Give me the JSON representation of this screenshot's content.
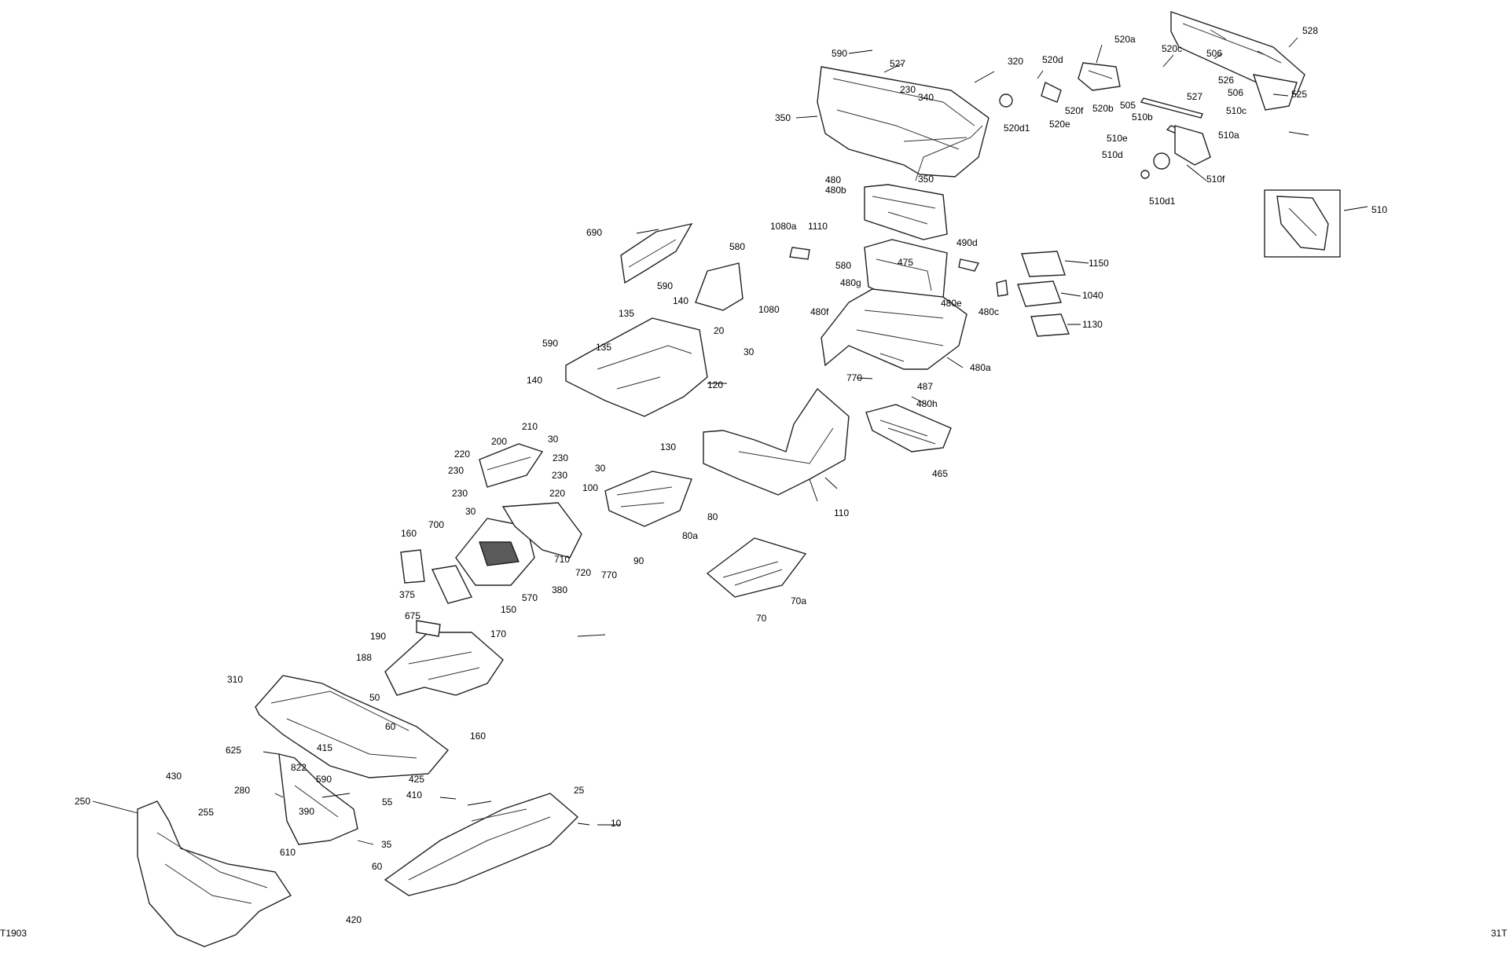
{
  "corner_codes": {
    "bottom_left": "T1903",
    "bottom_right": "31T"
  },
  "callouts": [
    {
      "id": "c590a",
      "label": "590"
    },
    {
      "id": "c527a",
      "label": "527"
    },
    {
      "id": "c320",
      "label": "320"
    },
    {
      "id": "c520d",
      "label": "520d"
    },
    {
      "id": "c520a",
      "label": "520a"
    },
    {
      "id": "c520c",
      "label": "520c"
    },
    {
      "id": "c528",
      "label": "528"
    },
    {
      "id": "c506a",
      "label": "506"
    },
    {
      "id": "c526",
      "label": "526"
    },
    {
      "id": "c527b",
      "label": "527"
    },
    {
      "id": "c506b",
      "label": "506"
    },
    {
      "id": "c525",
      "label": "525"
    },
    {
      "id": "c230a",
      "label": "230"
    },
    {
      "id": "c340",
      "label": "340"
    },
    {
      "id": "c350a",
      "label": "350"
    },
    {
      "id": "c520f",
      "label": "520f"
    },
    {
      "id": "c520b",
      "label": "520b"
    },
    {
      "id": "c505",
      "label": "505"
    },
    {
      "id": "c510c",
      "label": "510c"
    },
    {
      "id": "c520d1",
      "label": "520d1"
    },
    {
      "id": "c520e",
      "label": "520e"
    },
    {
      "id": "c510b",
      "label": "510b"
    },
    {
      "id": "c510a",
      "label": "510a"
    },
    {
      "id": "c510e",
      "label": "510e"
    },
    {
      "id": "c510d",
      "label": "510d"
    },
    {
      "id": "c510f",
      "label": "510f"
    },
    {
      "id": "c510d1",
      "label": "510d1"
    },
    {
      "id": "c350b",
      "label": "350"
    },
    {
      "id": "c510",
      "label": "510"
    },
    {
      "id": "c480",
      "label": "480"
    },
    {
      "id": "c480b",
      "label": "480b"
    },
    {
      "id": "c1080a",
      "label": "1080a"
    },
    {
      "id": "c1110",
      "label": "1110"
    },
    {
      "id": "c490d",
      "label": "490d"
    },
    {
      "id": "c475",
      "label": "475"
    },
    {
      "id": "c580a",
      "label": "580"
    },
    {
      "id": "c480g",
      "label": "480g"
    },
    {
      "id": "c1150",
      "label": "1150"
    },
    {
      "id": "c1040",
      "label": "1040"
    },
    {
      "id": "c1130",
      "label": "1130"
    },
    {
      "id": "c1080",
      "label": "1080"
    },
    {
      "id": "c480f",
      "label": "480f"
    },
    {
      "id": "c480e",
      "label": "480e"
    },
    {
      "id": "c480c",
      "label": "480c"
    },
    {
      "id": "c480a",
      "label": "480a"
    },
    {
      "id": "c770a",
      "label": "770"
    },
    {
      "id": "c487",
      "label": "487"
    },
    {
      "id": "c480h",
      "label": "480h"
    },
    {
      "id": "c465",
      "label": "465"
    },
    {
      "id": "c690",
      "label": "690"
    },
    {
      "id": "c580b",
      "label": "580"
    },
    {
      "id": "c590b",
      "label": "590"
    },
    {
      "id": "c140a",
      "label": "140"
    },
    {
      "id": "c135a",
      "label": "135"
    },
    {
      "id": "c20",
      "label": "20"
    },
    {
      "id": "c30a",
      "label": "30"
    },
    {
      "id": "c590c",
      "label": "590"
    },
    {
      "id": "c135b",
      "label": "135"
    },
    {
      "id": "c140b",
      "label": "140"
    },
    {
      "id": "c120",
      "label": "120"
    },
    {
      "id": "c210",
      "label": "210"
    },
    {
      "id": "c30b",
      "label": "30"
    },
    {
      "id": "c220a",
      "label": "220"
    },
    {
      "id": "c200",
      "label": "200"
    },
    {
      "id": "c230b",
      "label": "230"
    },
    {
      "id": "c230c",
      "label": "230"
    },
    {
      "id": "c230d",
      "label": "230"
    },
    {
      "id": "c220b",
      "label": "220"
    },
    {
      "id": "c230e",
      "label": "230"
    },
    {
      "id": "c30c",
      "label": "30"
    },
    {
      "id": "c130",
      "label": "130"
    },
    {
      "id": "c30d",
      "label": "30"
    },
    {
      "id": "c100",
      "label": "100"
    },
    {
      "id": "c80",
      "label": "80"
    },
    {
      "id": "c80a",
      "label": "80a"
    },
    {
      "id": "c90",
      "label": "90"
    },
    {
      "id": "c110",
      "label": "110"
    },
    {
      "id": "c160a",
      "label": "160"
    },
    {
      "id": "c700",
      "label": "700"
    },
    {
      "id": "c710",
      "label": "710"
    },
    {
      "id": "c720",
      "label": "720"
    },
    {
      "id": "c770b",
      "label": "770"
    },
    {
      "id": "c375",
      "label": "375"
    },
    {
      "id": "c380",
      "label": "380"
    },
    {
      "id": "c570",
      "label": "570"
    },
    {
      "id": "c150",
      "label": "150"
    },
    {
      "id": "c70",
      "label": "70"
    },
    {
      "id": "c70a",
      "label": "70a"
    },
    {
      "id": "c675",
      "label": "675"
    },
    {
      "id": "c170",
      "label": "170"
    },
    {
      "id": "c190",
      "label": "190"
    },
    {
      "id": "c188",
      "label": "188"
    },
    {
      "id": "c310",
      "label": "310"
    },
    {
      "id": "c50",
      "label": "50"
    },
    {
      "id": "c60a",
      "label": "60"
    },
    {
      "id": "c160b",
      "label": "160"
    },
    {
      "id": "c415",
      "label": "415"
    },
    {
      "id": "c625",
      "label": "625"
    },
    {
      "id": "c822",
      "label": "822"
    },
    {
      "id": "c590d",
      "label": "590"
    },
    {
      "id": "c425",
      "label": "425"
    },
    {
      "id": "c410",
      "label": "410"
    },
    {
      "id": "c55",
      "label": "55"
    },
    {
      "id": "c280",
      "label": "280"
    },
    {
      "id": "c430",
      "label": "430"
    },
    {
      "id": "c250",
      "label": "250"
    },
    {
      "id": "c255",
      "label": "255"
    },
    {
      "id": "c390",
      "label": "390"
    },
    {
      "id": "c25",
      "label": "25"
    },
    {
      "id": "c10",
      "label": "10"
    },
    {
      "id": "c35",
      "label": "35"
    },
    {
      "id": "c610",
      "label": "610"
    },
    {
      "id": "c60b",
      "label": "60"
    },
    {
      "id": "c420",
      "label": "420"
    }
  ]
}
